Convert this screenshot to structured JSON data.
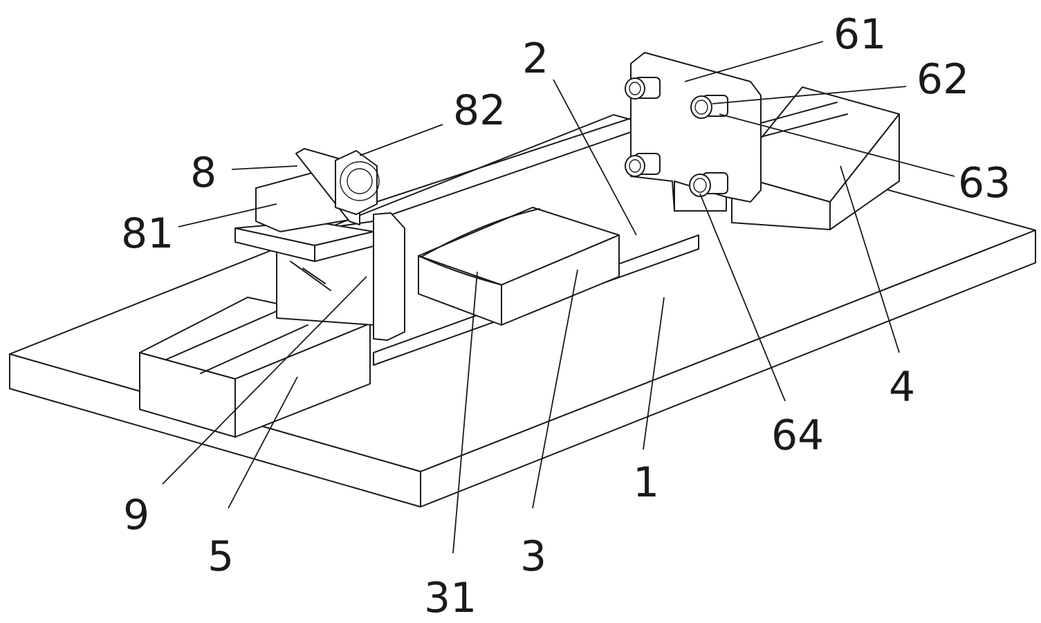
{
  "figure": {
    "labels": {
      "l1": "1",
      "l2": "2",
      "l3": "3",
      "l31": "31",
      "l4": "4",
      "l5": "5",
      "l61": "61",
      "l62": "62",
      "l63": "63",
      "l64": "64",
      "l8": "8",
      "l81": "81",
      "l82": "82",
      "l9": "9"
    },
    "colors": {
      "line": "#1a1a1a",
      "background": "#ffffff"
    }
  }
}
